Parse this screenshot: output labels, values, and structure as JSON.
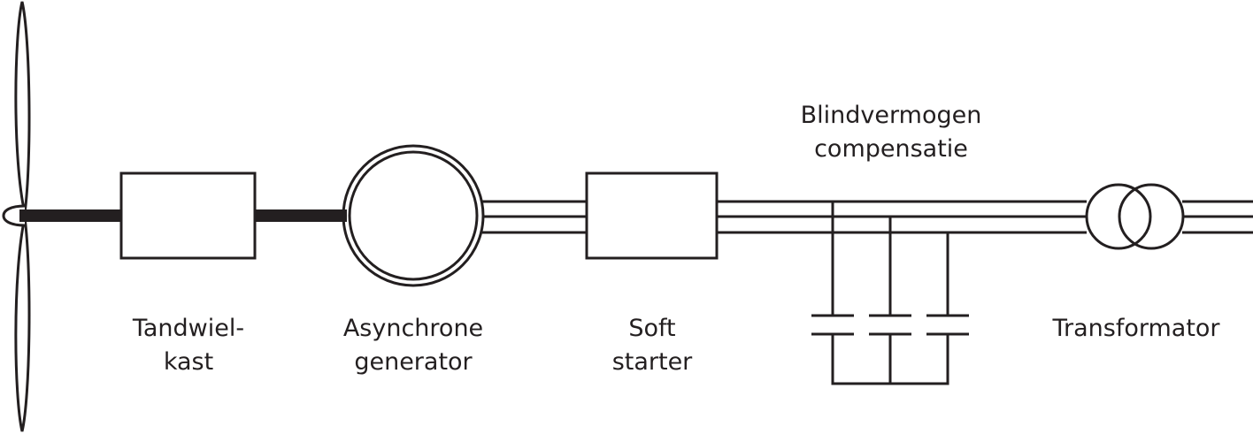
{
  "labels": {
    "gearbox": [
      "Tandwiel-",
      "kast"
    ],
    "generator": [
      "Asynchrone",
      "generator"
    ],
    "softstarter": [
      "Soft",
      "starter"
    ],
    "compensation": [
      "Blindvermogen",
      "compensatie"
    ],
    "transformer": [
      "Transformator"
    ]
  },
  "colors": {
    "line": "#231f20",
    "background": "#ffffff"
  },
  "icons": {
    "rotor": "rotor-blade-icon",
    "generator": "generator-circle-icon",
    "capacitor": "capacitor-icon",
    "transformer": "transformer-icon"
  }
}
